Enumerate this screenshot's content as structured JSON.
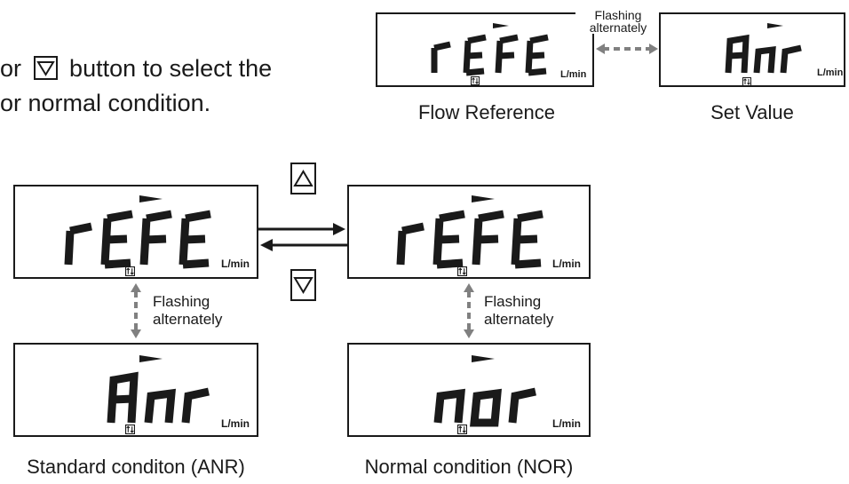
{
  "instruction": {
    "line1_prefix": "or",
    "line1_suffix": "button to select the",
    "line2": "or normal condition."
  },
  "unit": "L/min",
  "flashing_label": {
    "line1": "Flashing",
    "line2": "alternately"
  },
  "displays": {
    "refe": "rEFE",
    "anr": "Anr",
    "nor": "nor"
  },
  "captions": {
    "flow_reference": "Flow Reference",
    "set_value": "Set Value",
    "standard": "Standard conditon (ANR)",
    "normal": "Normal condition (NOR)"
  },
  "icons": {
    "up_button": "up-triangle-icon",
    "down_button": "down-triangle-icon",
    "indicator": "updown-arrows-icon"
  },
  "colors": {
    "line": "#1a1a1a",
    "dashed_arrow": "#808080"
  }
}
